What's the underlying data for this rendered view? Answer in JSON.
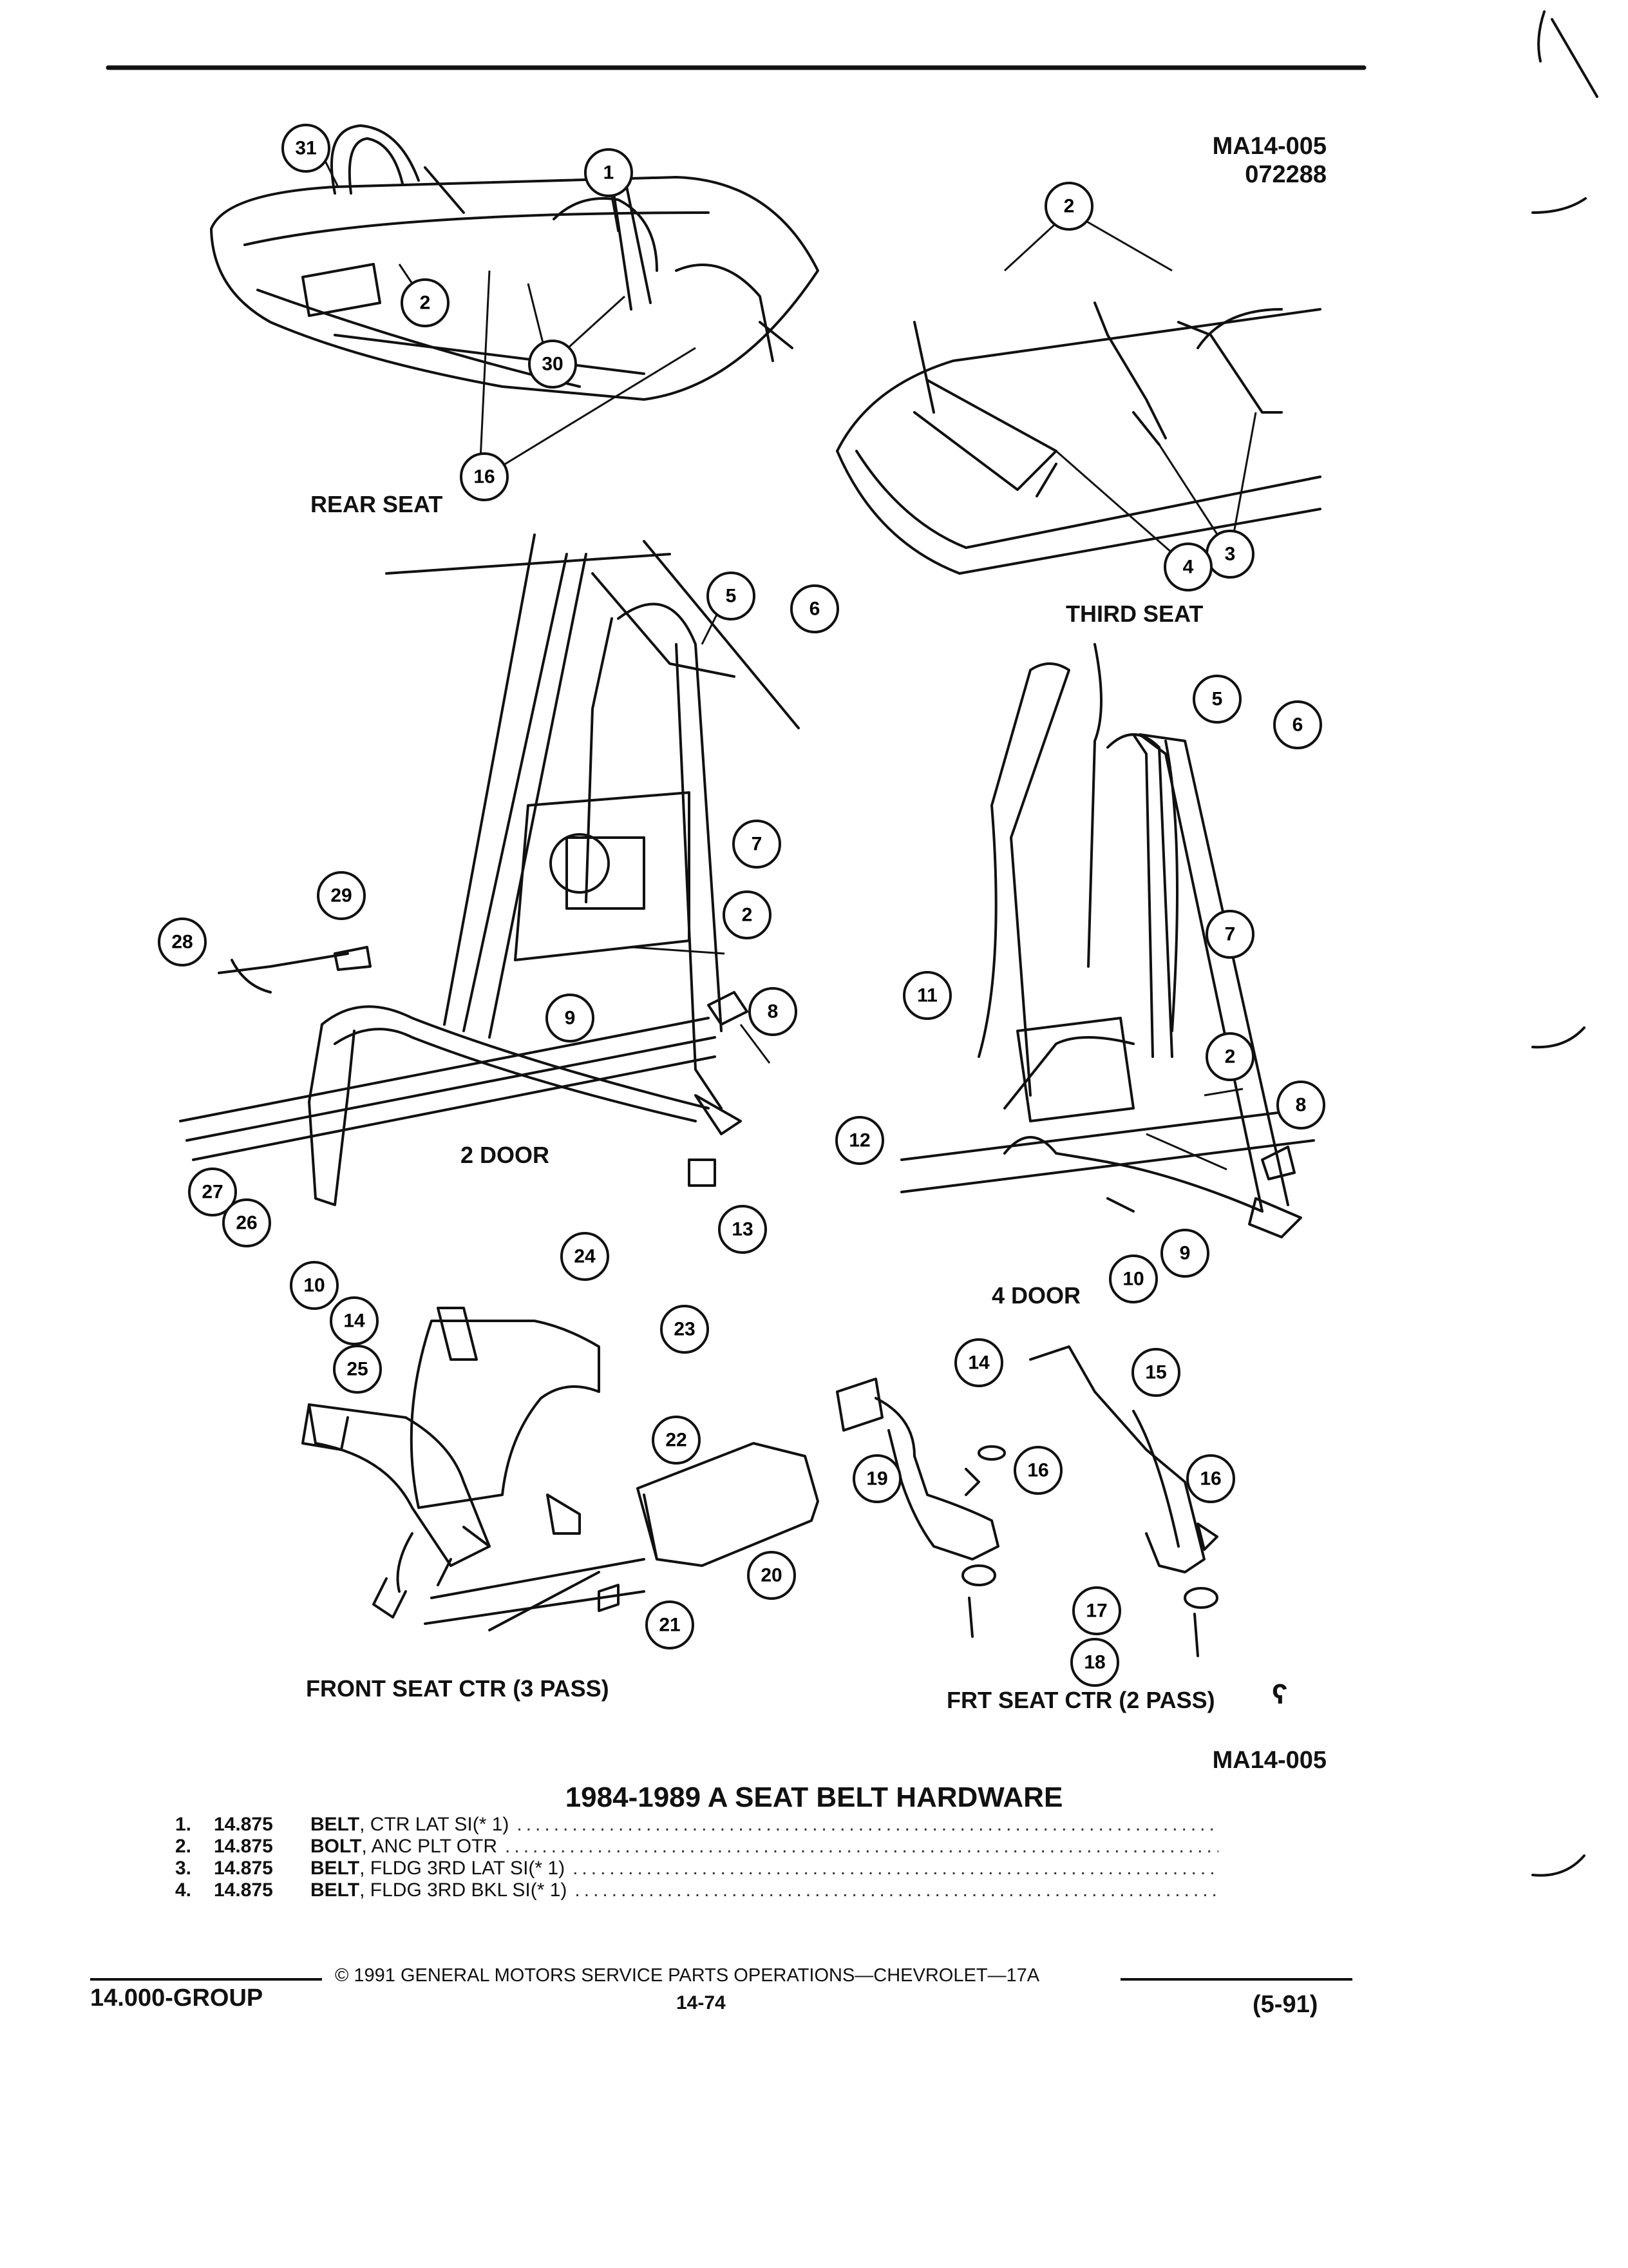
{
  "figure_refs": {
    "top": "MA14-005",
    "top_date": "072288",
    "bottom": "MA14-005"
  },
  "sections": {
    "rear_seat": "REAR SEAT",
    "third_seat": "THIRD SEAT",
    "two_door": "2 DOOR",
    "four_door": "4 DOOR",
    "front_seat_ctr_3": "FRONT SEAT CTR  (3 PASS)",
    "front_seat_ctr_2": "FRT SEAT CTR (2 PASS)"
  },
  "title": "1984-1989 A SEAT BELT HARDWARE",
  "parts": [
    {
      "num": "1.",
      "code": "14.875",
      "name": "BELT",
      "detail": ", CTR LAT SI(* 1)"
    },
    {
      "num": "2.",
      "code": "14.875",
      "name": "BOLT",
      "detail": ", ANC PLT OTR"
    },
    {
      "num": "3.",
      "code": "14.875",
      "name": "BELT",
      "detail": ", FLDG 3RD LAT SI(* 1)"
    },
    {
      "num": "4.",
      "code": "14.875",
      "name": "BELT",
      "detail": ", FLDG 3RD BKL SI(* 1)"
    }
  ],
  "footer": {
    "copyright": "© 1991 GENERAL MOTORS SERVICE PARTS OPERATIONS—CHEVROLET—17A",
    "group": "14.000-GROUP",
    "page": "14-74",
    "revision": "(5-91)"
  },
  "callouts": [
    "31",
    "1",
    "2",
    "30",
    "16",
    "2",
    "3",
    "4",
    "5",
    "6",
    "7",
    "2",
    "9",
    "8",
    "29",
    "28",
    "27",
    "26",
    "10",
    "14",
    "13",
    "5",
    "6",
    "7",
    "11",
    "2",
    "12",
    "8",
    "9",
    "10",
    "24",
    "23",
    "25",
    "22",
    "20",
    "21",
    "14",
    "15",
    "16",
    "16",
    "19",
    "17",
    "18"
  ]
}
